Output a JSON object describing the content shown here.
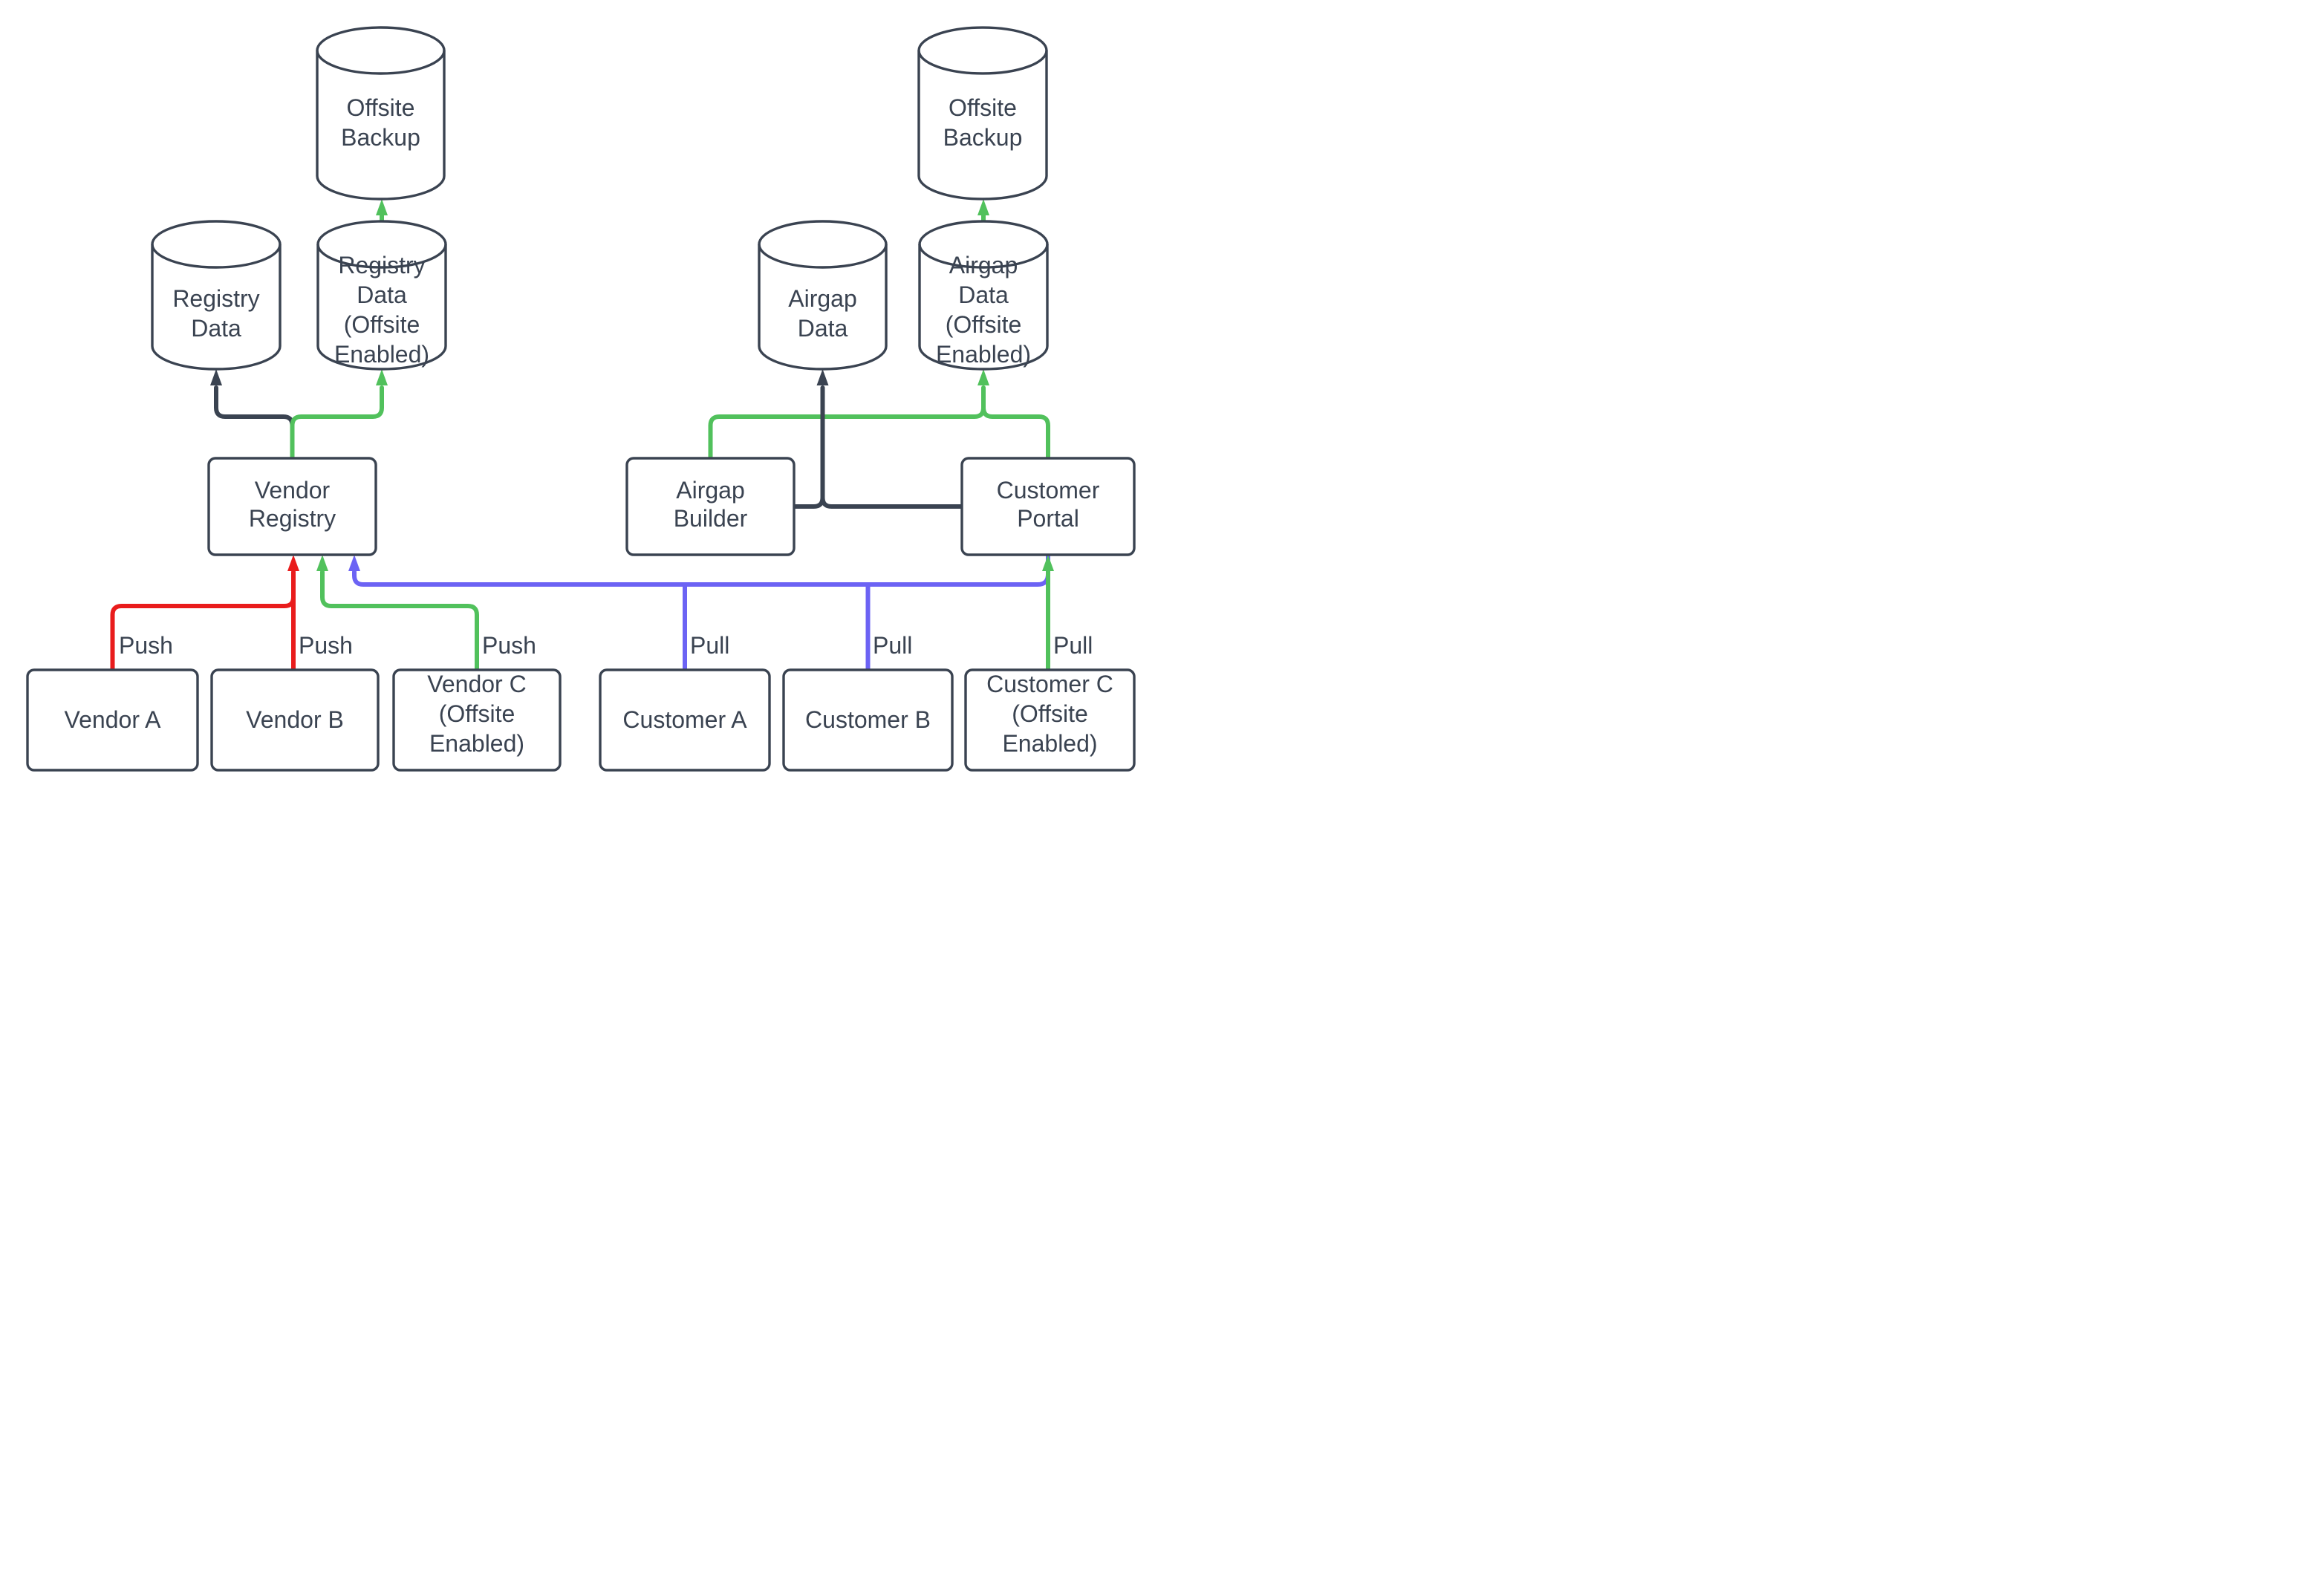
{
  "colors": {
    "dark": "#3a4351",
    "green": "#51c15c",
    "red": "#e91c1c",
    "blue": "#6c63f4",
    "node_fill": "#ffffff",
    "background": "#ffffff"
  },
  "nodes": {
    "offsite_backup_left": {
      "lines": [
        "Offsite",
        "Backup"
      ]
    },
    "registry_data": {
      "lines": [
        "Registry",
        "Data"
      ]
    },
    "registry_data_offsite": {
      "lines": [
        "Registry",
        "Data",
        "(Offsite",
        "Enabled)"
      ]
    },
    "vendor_registry": {
      "lines": [
        "Vendor",
        "Registry"
      ]
    },
    "vendor_a": {
      "lines": [
        "Vendor A"
      ]
    },
    "vendor_b": {
      "lines": [
        "Vendor B"
      ]
    },
    "vendor_c": {
      "lines": [
        "Vendor C",
        "(Offsite",
        "Enabled)"
      ]
    },
    "offsite_backup_right": {
      "lines": [
        "Offsite",
        "Backup"
      ]
    },
    "airgap_data": {
      "lines": [
        "Airgap",
        "Data"
      ]
    },
    "airgap_data_offsite": {
      "lines": [
        "Airgap",
        "Data",
        "(Offsite",
        "Enabled)"
      ]
    },
    "airgap_builder": {
      "lines": [
        "Airgap",
        "Builder"
      ]
    },
    "customer_portal": {
      "lines": [
        "Customer",
        "Portal"
      ]
    },
    "customer_a": {
      "lines": [
        "Customer A"
      ]
    },
    "customer_b": {
      "lines": [
        "Customer B"
      ]
    },
    "customer_c": {
      "lines": [
        "Customer C",
        "(Offsite",
        "Enabled)"
      ]
    }
  },
  "edge_labels": {
    "push_a": "Push",
    "push_b": "Push",
    "push_c": "Push",
    "pull_a": "Pull",
    "pull_b": "Pull",
    "pull_c": "Pull"
  },
  "edges": [
    {
      "from": "Vendor A",
      "to": "Vendor Registry",
      "label": "Push",
      "color": "red"
    },
    {
      "from": "Vendor B",
      "to": "Vendor Registry",
      "label": "Push",
      "color": "red"
    },
    {
      "from": "Vendor C (Offsite Enabled)",
      "to": "Vendor Registry",
      "label": "Push",
      "color": "green"
    },
    {
      "from": "Vendor Registry",
      "to": "Registry Data",
      "color": "dark"
    },
    {
      "from": "Vendor Registry",
      "to": "Registry Data (Offsite Enabled)",
      "color": "green"
    },
    {
      "from": "Registry Data (Offsite Enabled)",
      "to": "Offsite Backup",
      "color": "green"
    },
    {
      "from": "Customer A",
      "to": "Vendor Registry",
      "label": "Pull",
      "color": "blue"
    },
    {
      "from": "Customer B",
      "to": "Vendor Registry",
      "label": "Pull",
      "color": "blue"
    },
    {
      "from": "Customer Portal",
      "to": "Vendor Registry",
      "color": "blue"
    },
    {
      "from": "Customer C (Offsite Enabled)",
      "to": "Customer Portal",
      "label": "Pull",
      "color": "green"
    },
    {
      "from": "Airgap Builder",
      "to": "Airgap Data",
      "color": "dark"
    },
    {
      "from": "Customer Portal",
      "to": "Airgap Data",
      "color": "dark"
    },
    {
      "from": "Airgap Builder",
      "to": "Airgap Data (Offsite Enabled)",
      "color": "green"
    },
    {
      "from": "Customer Portal",
      "to": "Airgap Data (Offsite Enabled)",
      "color": "green"
    },
    {
      "from": "Airgap Data (Offsite Enabled)",
      "to": "Offsite Backup",
      "color": "green"
    }
  ]
}
